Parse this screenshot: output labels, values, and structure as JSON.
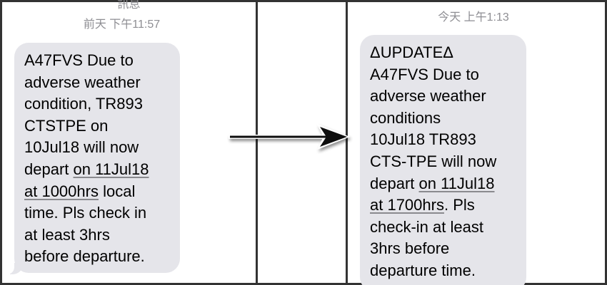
{
  "left_panel": {
    "sender_name": "訊息",
    "timestamp": "前天 下午11:57",
    "message_lines": [
      "A47FVS Due to",
      "adverse weather",
      "condition, TR893",
      "CTSTPE on",
      "10Jul18 will now"
    ],
    "line6_prefix": "depart ",
    "line6_link": "on 11Jul18",
    "line7_link": "at 1000hrs",
    "line7_suffix": " local",
    "trailing_lines": [
      "time. Pls check in",
      "at least 3hrs",
      "before departure."
    ]
  },
  "right_panel": {
    "timestamp": "今天 上午1:13",
    "message_lines": [
      "ΔUPDATEΔ",
      "A47FVS Due to",
      "adverse weather",
      "conditions",
      "10Jul18 TR893",
      "CTS-TPE will now"
    ],
    "line7_prefix": "depart ",
    "line7_link": "on 11Jul18",
    "line8_link": "at 1700hrs",
    "line8_suffix": ". Pls",
    "trailing_lines": [
      "check-in at least",
      "3hrs before",
      "departure time."
    ]
  },
  "arrow_icon": "right-arrow-icon",
  "colors": {
    "bubble": "#e5e5ea",
    "meta_text": "#8e8e93",
    "border": "#333333"
  }
}
